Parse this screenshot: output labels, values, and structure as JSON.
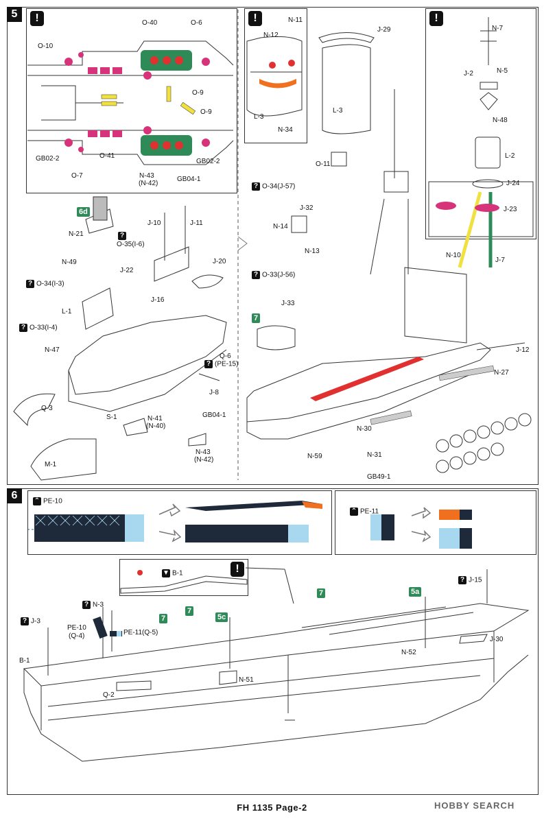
{
  "footer": {
    "text": "FH 1135  Page-2"
  },
  "watermark": {
    "text": "HOBBY SEARCH"
  },
  "step5": {
    "number": "5",
    "callout1_labels": [
      "O-40",
      "O-6",
      "O-10",
      "O-9",
      "O-9",
      "GB02-2",
      "O-41",
      "GB02-2",
      "O-7",
      "N-43",
      "(N-42)",
      "GB04-1"
    ],
    "callout2_labels": [
      "N-11",
      "N-12",
      "L-3",
      "N-34"
    ],
    "callout3_labels": [
      "N-7",
      "N-5",
      "J-2",
      "N-48",
      "L-2",
      "J-24",
      "J-23",
      "N-10",
      "J-7"
    ],
    "left_labels": [
      "6d",
      "N-21",
      "O-35(I-6)",
      "J-10",
      "J-11",
      "N-49",
      "J-22",
      "O-34(I-3)",
      "J-20",
      "J-16",
      "L-1",
      "O-33(I-4)",
      "N-47",
      "Q-6",
      "(PE-15)",
      "Q-3",
      "J-8",
      "S-1",
      "N-41",
      "(N-40)",
      "GB04-1",
      "N-43",
      "(N-42)",
      "M-1"
    ],
    "right_labels": [
      "J-29",
      "L-3",
      "O-11",
      "O-34(J-57)",
      "J-32",
      "N-14",
      "N-13",
      "O-33(J-56)",
      "J-33",
      "7",
      "J-12",
      "N-27",
      "N-30",
      "N-31",
      "GB49-1",
      "N-59"
    ]
  },
  "step6": {
    "number": "6",
    "box1_labels": [
      "PE-10"
    ],
    "box2_labels": [
      "PE-11"
    ],
    "callout_labels": [
      "B-1"
    ],
    "labels": [
      "J-3",
      "N-3",
      "PE-10",
      "(Q-4)",
      "PE-11(Q-5)",
      "7",
      "7",
      "5c",
      "7",
      "5a",
      "J-15",
      "N-52",
      "J-30",
      "B-1",
      "Q-2",
      "N-51"
    ]
  },
  "colors": {
    "highlight_green": "#2e8b57",
    "part_pink": "#d6337a",
    "part_red": "#e03030",
    "part_yellow": "#f0e040",
    "pe_orange": "#f07020",
    "pe_blue": "#a8d8f0"
  }
}
